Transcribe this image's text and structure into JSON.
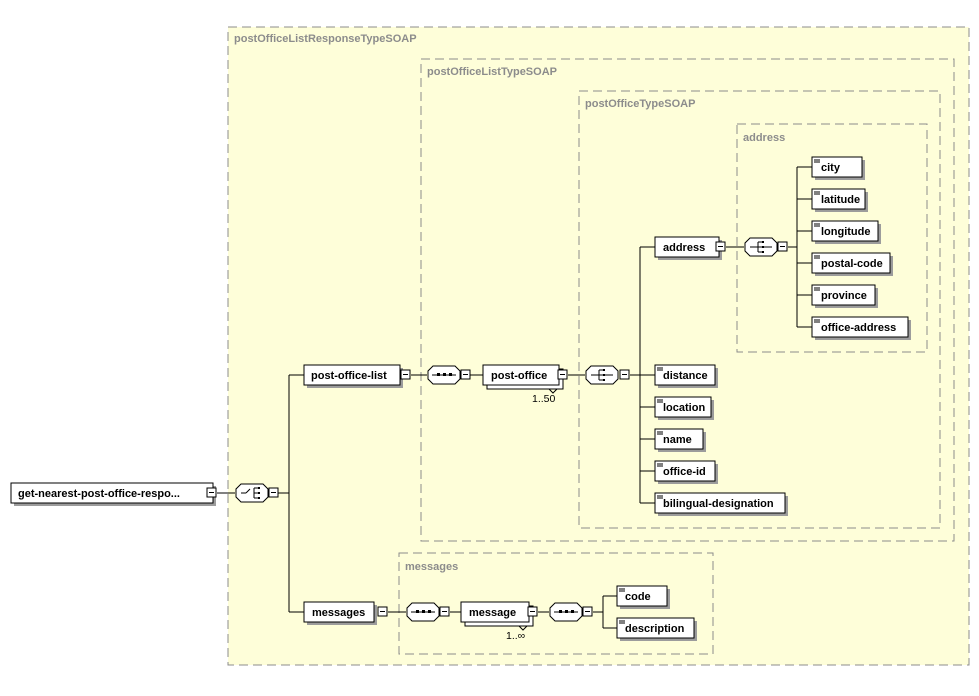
{
  "groups": {
    "response_type": "postOfficeListResponseTypeSOAP",
    "list_type": "postOfficeListTypeSOAP",
    "office_type": "postOfficeTypeSOAP",
    "address_group": "address",
    "messages_group": "messages"
  },
  "elements": {
    "root": "get-nearest-post-office-respo...",
    "post_office_list": "post-office-list",
    "post_office": "post-office",
    "address": "address",
    "city": "city",
    "latitude": "latitude",
    "longitude": "longitude",
    "postal_code": "postal-code",
    "province": "province",
    "office_address": "office-address",
    "distance": "distance",
    "location": "location",
    "name": "name",
    "office_id": "office-id",
    "bilingual_designation": "bilingual-designation",
    "messages": "messages",
    "message": "message",
    "code": "code",
    "description": "description"
  },
  "cardinality": {
    "post_office": "1..50",
    "message": "1..∞"
  }
}
